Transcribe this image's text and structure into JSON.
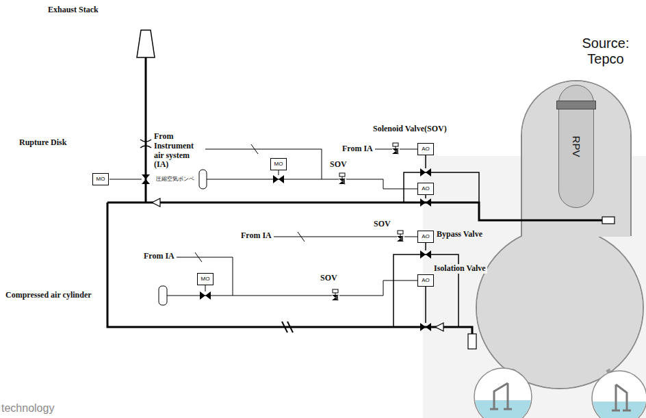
{
  "diagram": {
    "nodes": [
      {
        "text": [
          "AO"
        ]
      },
      {
        "text": [
          "MO"
        ]
      },
      {
        "text": [
          "MO"
        ]
      },
      {
        "text": [
          "AO"
        ]
      },
      {
        "text": [
          "AO"
        ]
      },
      {
        "text": [
          "MO"
        ]
      },
      {
        "text": [
          "AO"
        ]
      },
      {
        "text": [
          "RPV"
        ]
      }
    ],
    "labels": [
      "Exhaust Stack",
      "Source: Tepco",
      "Rupture Disk",
      "From Instrument air system (IA)",
      "Solenoid Valve(SOV)",
      "From IA",
      "SOV",
      "圧縮空気ボンベ",
      "Bypass Valve",
      "SOV",
      "From IA",
      "From IA",
      "SOV",
      "Isolation Valve",
      "Compressed air cylinder",
      "technology"
    ]
  }
}
